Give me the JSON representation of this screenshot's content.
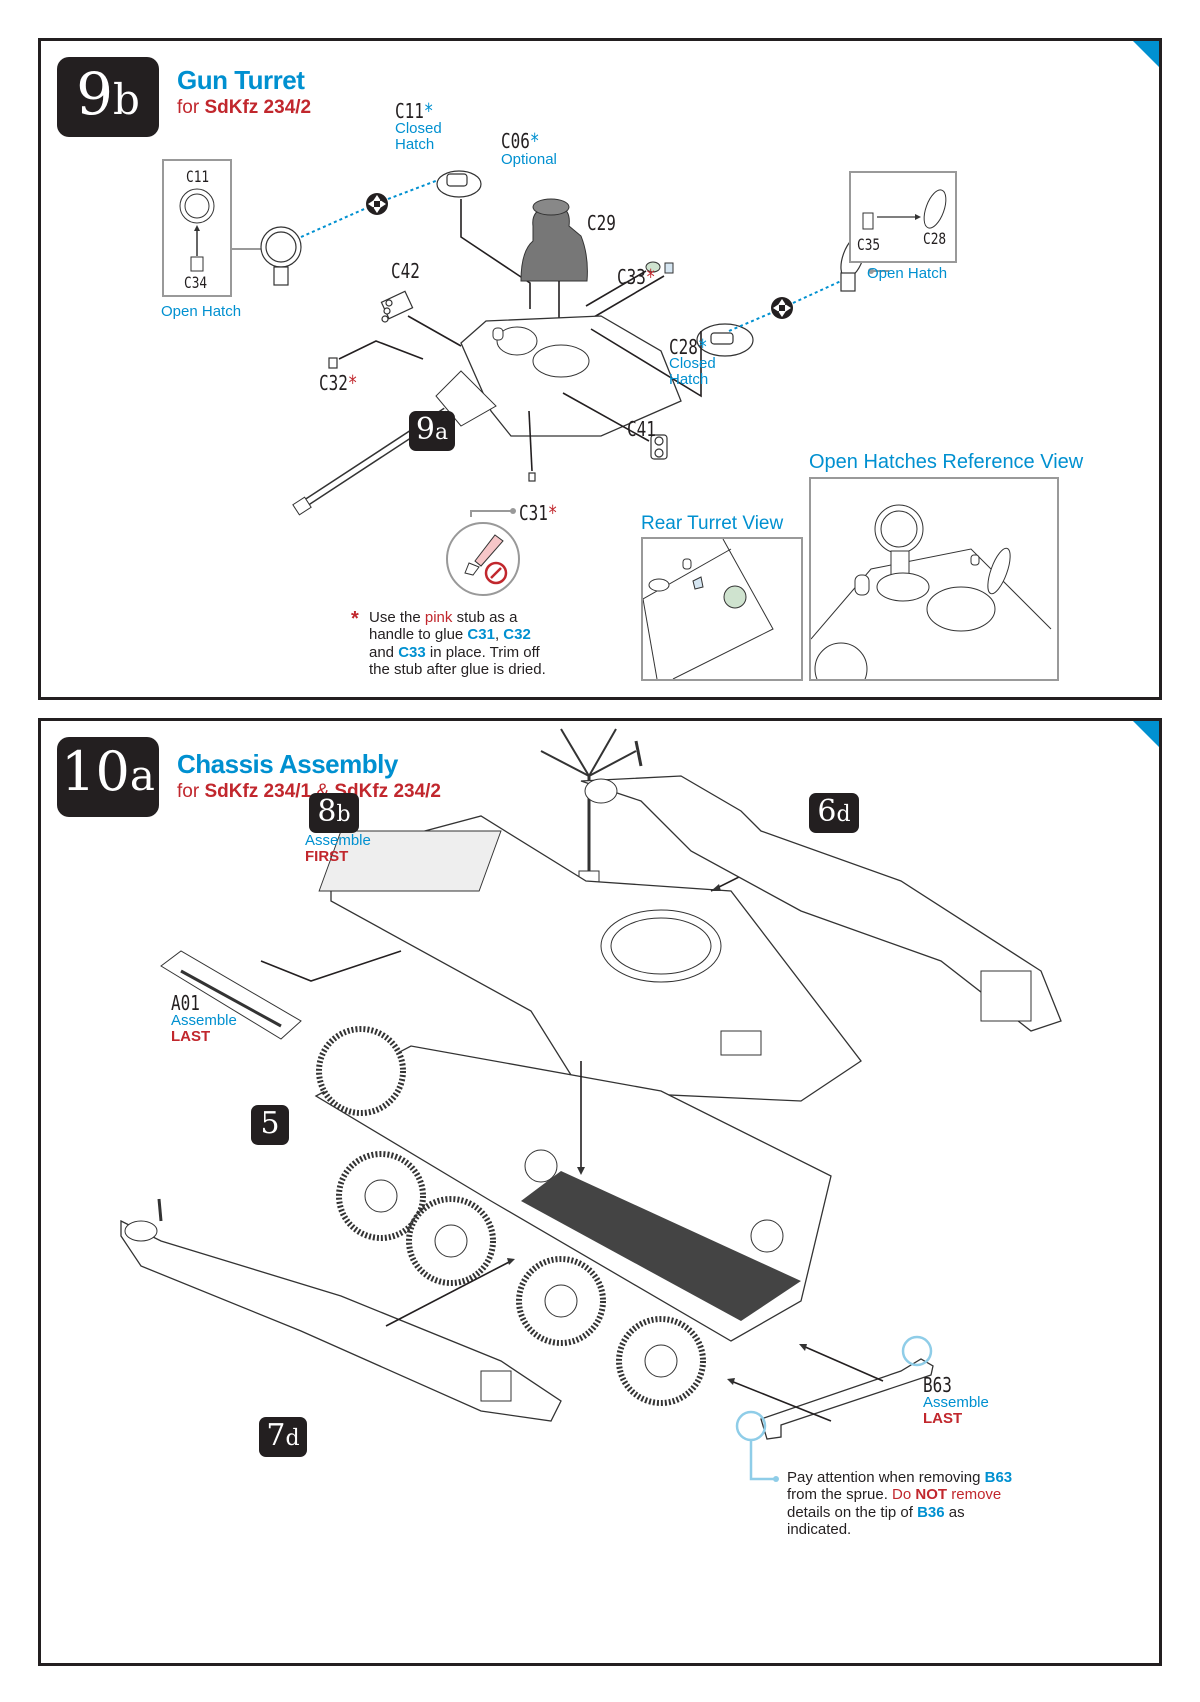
{
  "step9b": {
    "badge_main": "9",
    "badge_sub": "b",
    "title": "Gun Turret",
    "subtitle_prefix": "for ",
    "subtitle_model": "SdKfz 234/2",
    "parts": {
      "c11_closed": {
        "code": "C11",
        "mark": "*",
        "caption1": "Closed",
        "caption2": "Hatch"
      },
      "c06": {
        "code": "C06",
        "mark": "*",
        "caption": "Optional"
      },
      "c29": {
        "code": "C29"
      },
      "c33": {
        "code": "C33",
        "mark": "*"
      },
      "c42": {
        "code": "C42"
      },
      "c32": {
        "code": "C32",
        "mark": "*"
      },
      "c41": {
        "code": "C41"
      },
      "c28_closed": {
        "code": "C28",
        "mark": "*",
        "caption1": "Closed",
        "caption2": "Hatch"
      },
      "c31": {
        "code": "C31",
        "mark": "*"
      }
    },
    "left_inset": {
      "top_code": "C11",
      "bottom_code": "C34",
      "caption": "Open Hatch"
    },
    "right_inset": {
      "left_code": "C35",
      "right_code": "C28",
      "caption": "Open Hatch"
    },
    "subassembly_badge": {
      "main": "9",
      "sub": "a"
    },
    "note": {
      "mark": "*",
      "t1": "Use the ",
      "pink": "pink",
      "t2": " stub as a handle to glue ",
      "p1": "C31",
      "t3": ", ",
      "p2": "C32",
      "t4": " and ",
      "p3": "C33",
      "t5": " in place.  Trim off the stub after glue is dried."
    },
    "rear_view_title": "Rear Turret View",
    "open_ref_title": "Open Hatches Reference View"
  },
  "step10a": {
    "badge_main": "10",
    "badge_sub": "a",
    "title": "Chassis Assembly",
    "subtitle_prefix": "for ",
    "subtitle_model1": "SdKfz 234/1",
    "subtitle_amp": " & ",
    "subtitle_model2": "SdKfz 234/2",
    "badges": {
      "b8b": {
        "main": "8",
        "sub": "b",
        "caption1": "Assemble",
        "caption2": "FIRST"
      },
      "b6d": {
        "main": "6",
        "sub": "d"
      },
      "b5": {
        "main": "5"
      },
      "b7d": {
        "main": "7",
        "sub": "d"
      }
    },
    "a01": {
      "code": "A01",
      "caption1": "Assemble",
      "caption2": "LAST"
    },
    "b63": {
      "code": "B63",
      "caption1": "Assemble",
      "caption2": "LAST"
    },
    "note": {
      "t1": "Pay attention when removing ",
      "p1": "B63",
      "t2": " from the sprue.  ",
      "r1": "Do ",
      "r2": "NOT",
      "r3": " remove",
      "t3": " details on the tip of ",
      "p2": "B36",
      "t4": " as indicated."
    }
  },
  "colors": {
    "accent_blue": "#0090d0",
    "accent_red": "#c1272d",
    "badge_dark": "#231f20"
  }
}
